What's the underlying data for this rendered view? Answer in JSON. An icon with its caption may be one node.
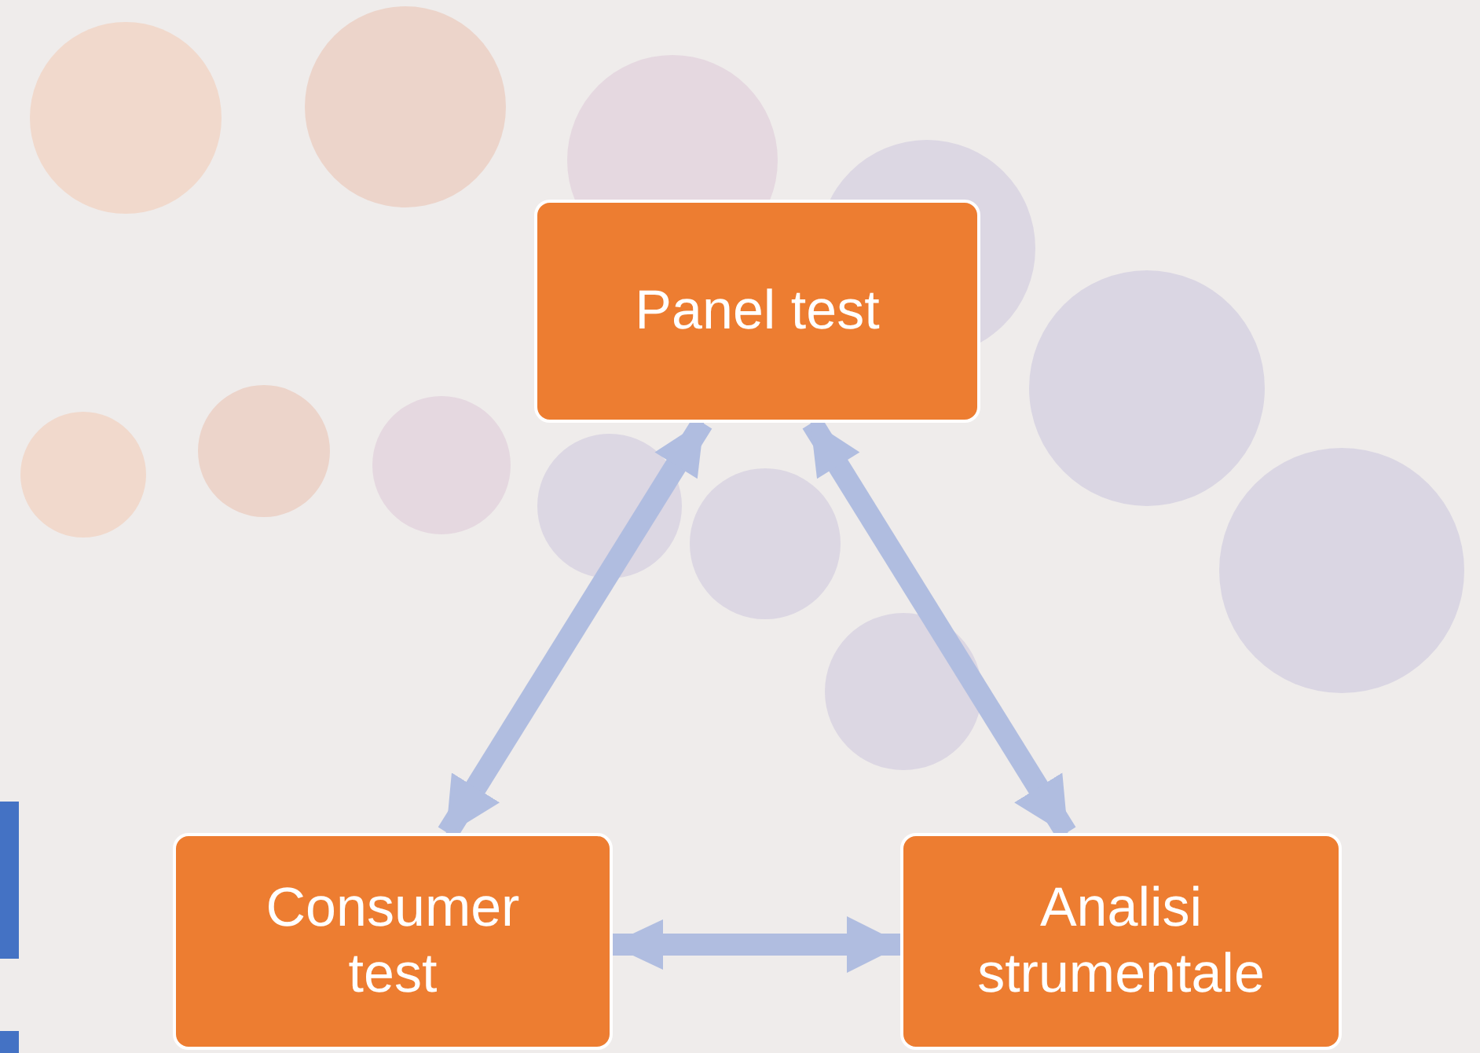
{
  "diagram": {
    "nodes": [
      {
        "text": [
          "Panel test"
        ]
      },
      {
        "text": [
          "Consumer test"
        ]
      },
      {
        "text": [
          "Analisi strumentale"
        ]
      }
    ],
    "edges": [
      {
        "from": 0,
        "to": 1,
        "arrow": "both"
      },
      {
        "from": 0,
        "to": 2,
        "arrow": "both"
      },
      {
        "from": 1,
        "to": 2,
        "arrow": "both"
      }
    ]
  }
}
